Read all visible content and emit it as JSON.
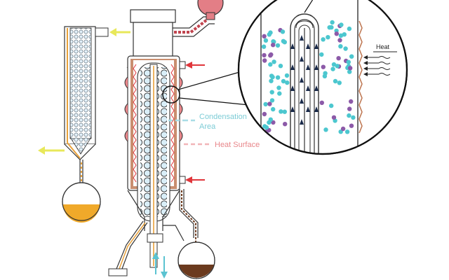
{
  "labels": {
    "condensation_area": "Condensation\nArea",
    "heat_surface": "Heat Surface",
    "heat": "Heat"
  },
  "colors": {
    "condensation": "#5bc3d1",
    "heat_surface": "#e8868a",
    "feed_flask_liquid": "#f0a92a",
    "residue_flask_liquid": "#6b3a1e",
    "inlet_flask": "#e37e86",
    "outline": "#3a3a3a",
    "arrow_heat": "#e0363b",
    "arrow_cool": "#e8e85a",
    "coil_fill": "#d8eef8",
    "particle_cyan": "#4cc7cf",
    "particle_purple": "#8c5aa8",
    "column_packing": "#cfe7f5",
    "wall_copper": "#c07a56",
    "orange_line": "#e9a23b"
  }
}
